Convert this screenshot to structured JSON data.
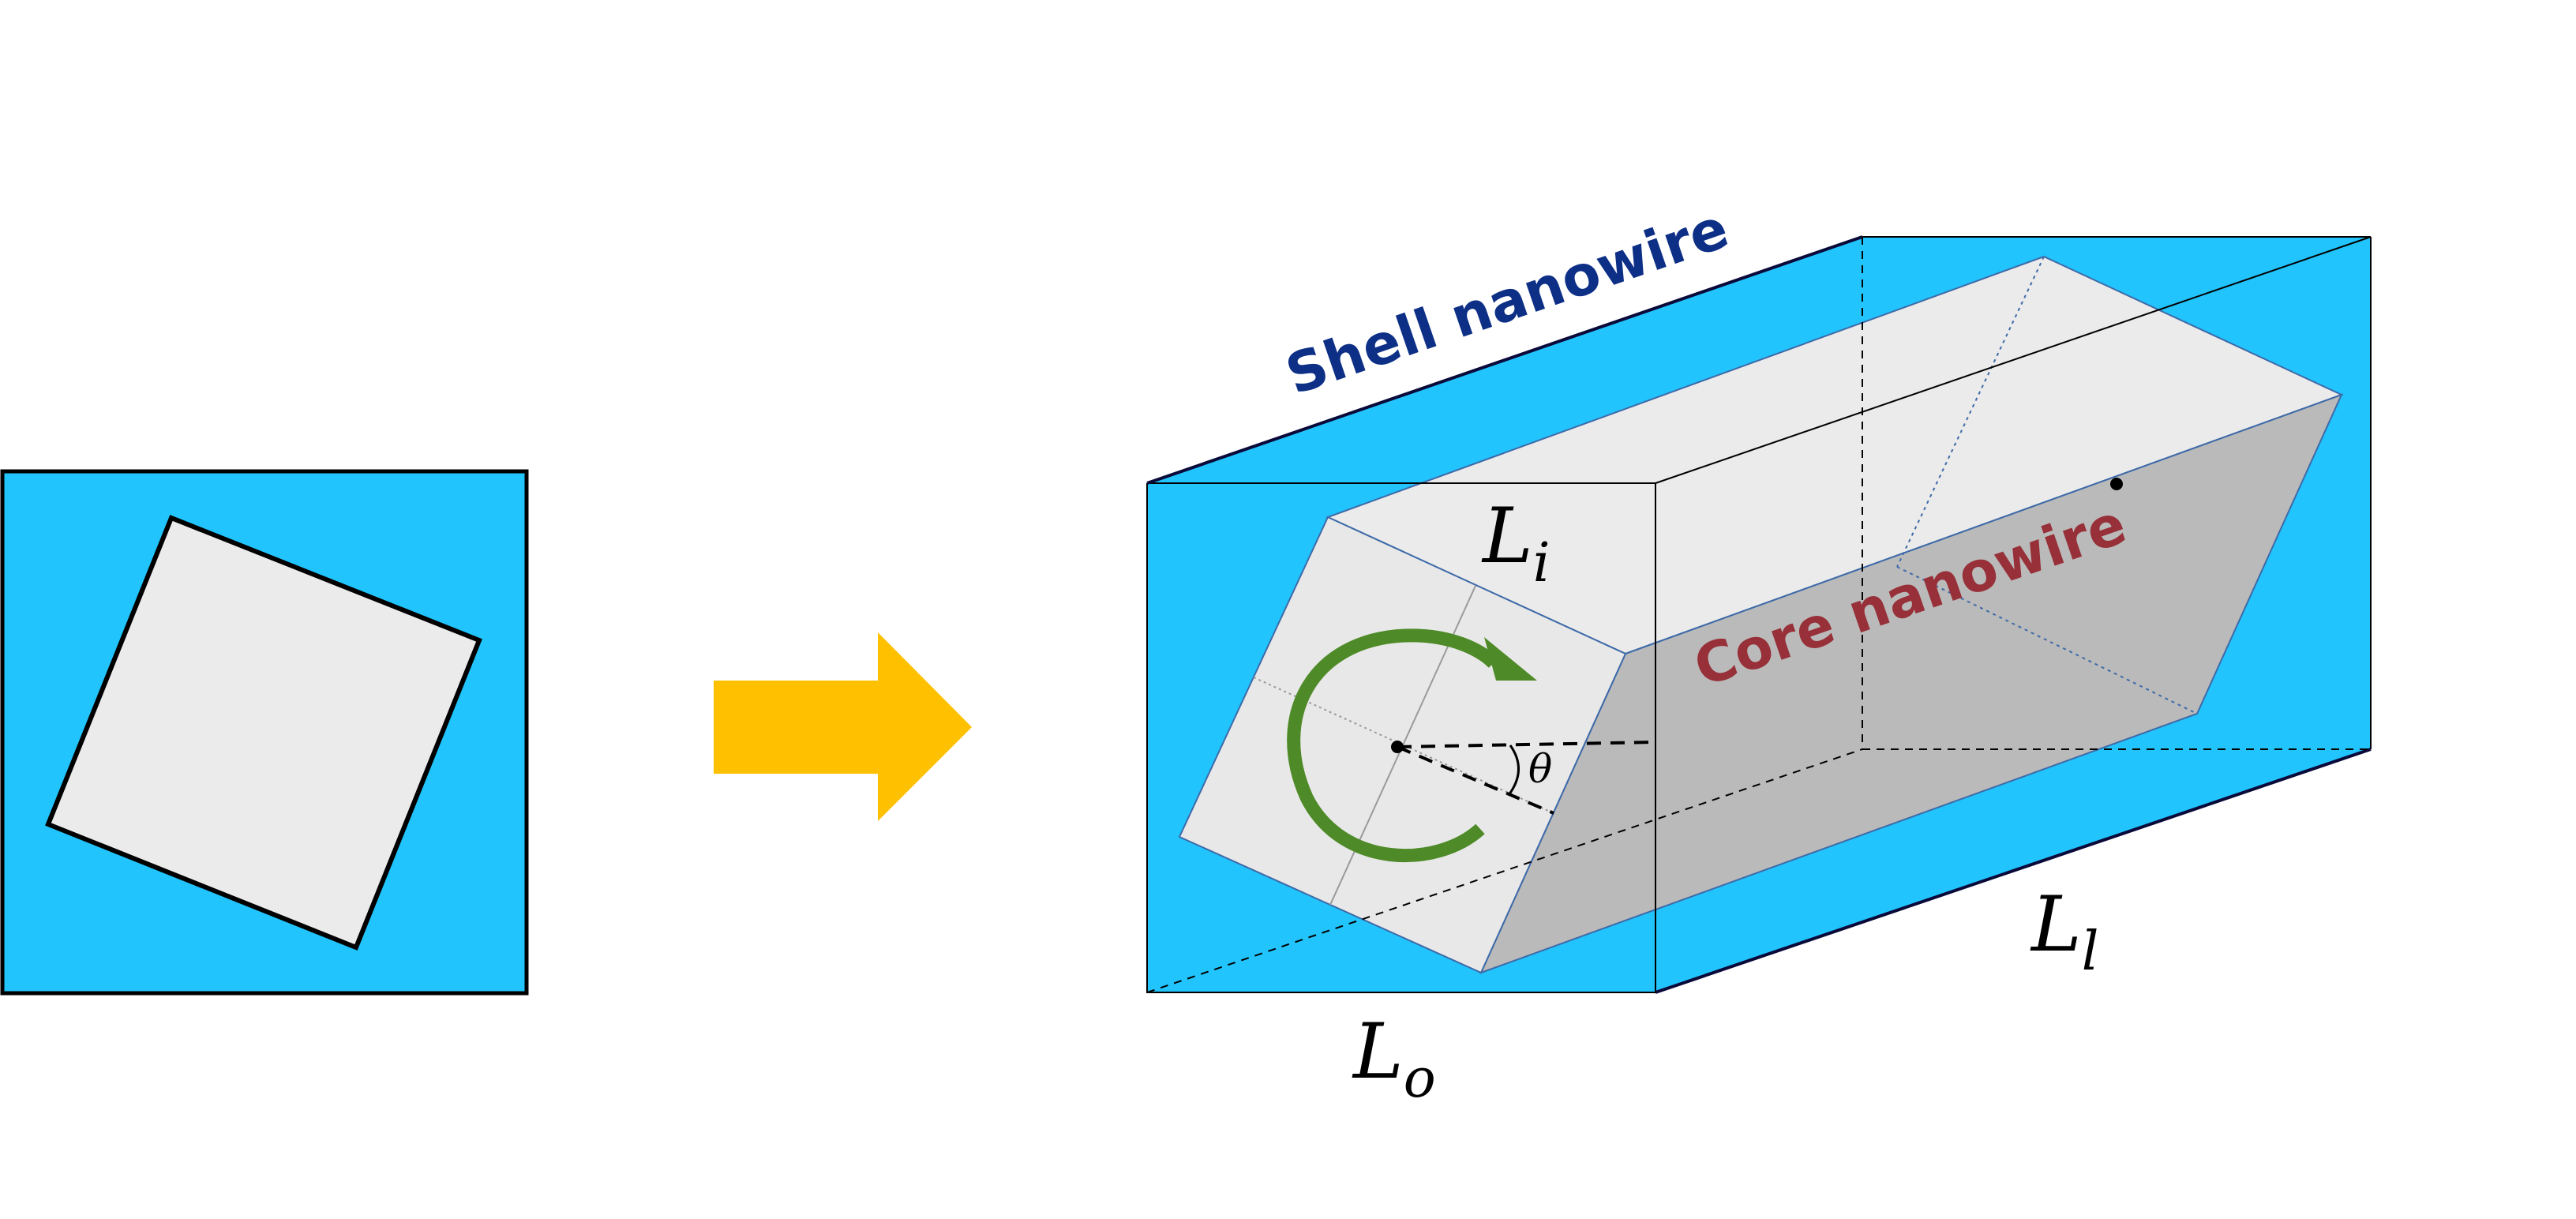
{
  "labels": {
    "shell": "Shell nanowire",
    "core": "Core nanowire",
    "L_i": {
      "base": "L",
      "sub": "i"
    },
    "L_o": {
      "base": "L",
      "sub": "o"
    },
    "L_l": {
      "base": "L",
      "sub": "l"
    },
    "theta": "θ"
  },
  "colors": {
    "shell_fill": "#21c4fc",
    "core_light": "#ebebeb",
    "core_front": "#e8e8e8",
    "core_dark": "#bababa",
    "arrow": "#ffc000",
    "rotation_arrow": "#4e8a27",
    "shell_label": "#0d2f86",
    "core_label": "#973038",
    "edge": "#000000",
    "core_edge": "#3e6aa8"
  },
  "icons": {
    "transform_arrow": "right-arrow-icon",
    "rotation": "rotation-arrow-icon"
  }
}
